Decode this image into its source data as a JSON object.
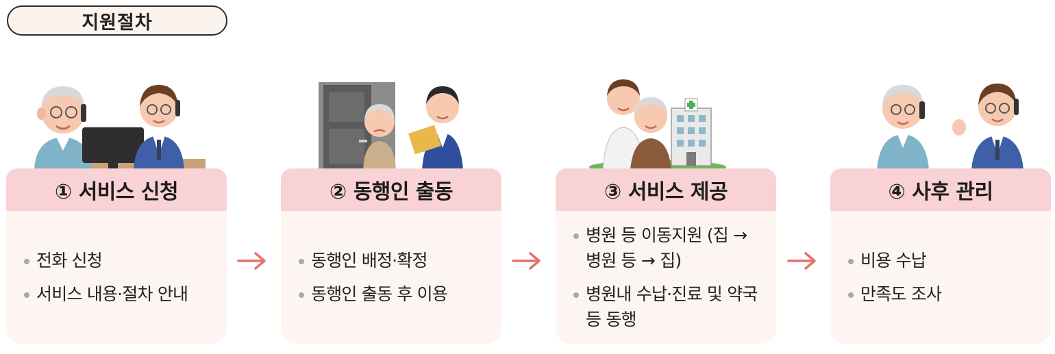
{
  "title": "지원절차",
  "colors": {
    "header_bg": "#f8d2d4",
    "body_bg": "#fcf5f1",
    "arrow": "#e8706a",
    "bullet": "#a8a8a8"
  },
  "steps": [
    {
      "label": "① 서비스 신청",
      "items": [
        "전화 신청",
        "서비스 내용·절차 안내"
      ],
      "illustration": "elder-and-operator-on-phone"
    },
    {
      "label": "② 동행인 출동",
      "items": [
        "동행인 배정·확정",
        "동행인 출동 후 이용"
      ],
      "illustration": "companion-at-door"
    },
    {
      "label": "③ 서비스 제공",
      "items": [
        "병원 등 이동지원 (집 → 병원 등 → 집)",
        "병원내 수납·진료 및 약국등 동행"
      ],
      "illustration": "companion-with-elder-at-hospital"
    },
    {
      "label": "④ 사후 관리",
      "items": [
        "비용 수납",
        "만족도 조사"
      ],
      "illustration": "follow-up-phone-call"
    }
  ],
  "arrow_icon": "right-arrow-icon"
}
